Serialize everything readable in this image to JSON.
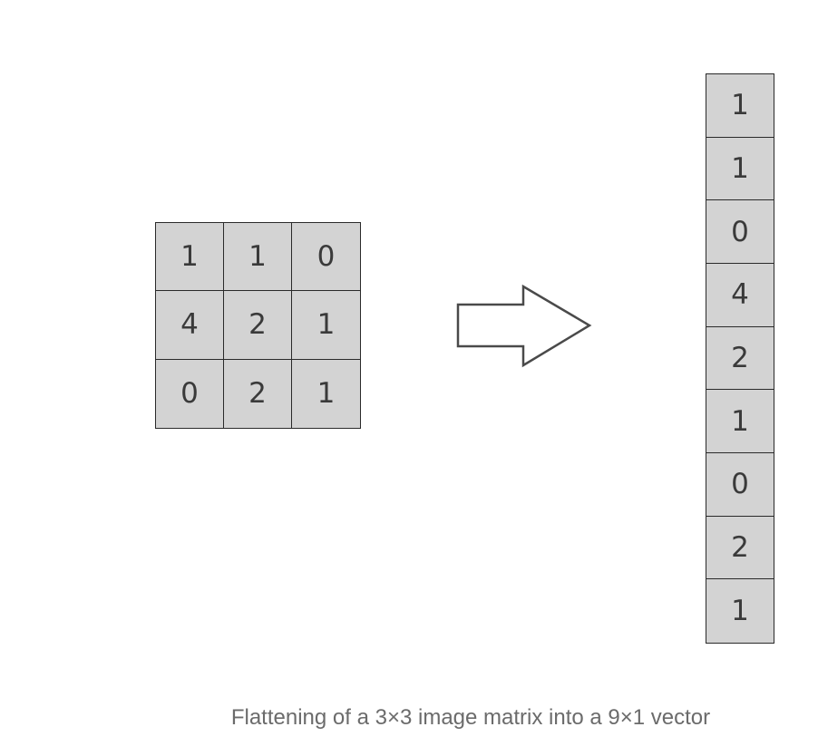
{
  "matrix": {
    "rows": [
      [
        "1",
        "1",
        "0"
      ],
      [
        "4",
        "2",
        "1"
      ],
      [
        "0",
        "2",
        "1"
      ]
    ]
  },
  "vector": {
    "values": [
      "1",
      "1",
      "0",
      "4",
      "2",
      "1",
      "0",
      "2",
      "1"
    ]
  },
  "caption": "Flattening of a 3×3 image matrix into a 9×1 vector",
  "colors": {
    "cell_fill": "#d3d3d3",
    "border": "#2a2a2a",
    "caption_text": "#6b6b6b"
  }
}
